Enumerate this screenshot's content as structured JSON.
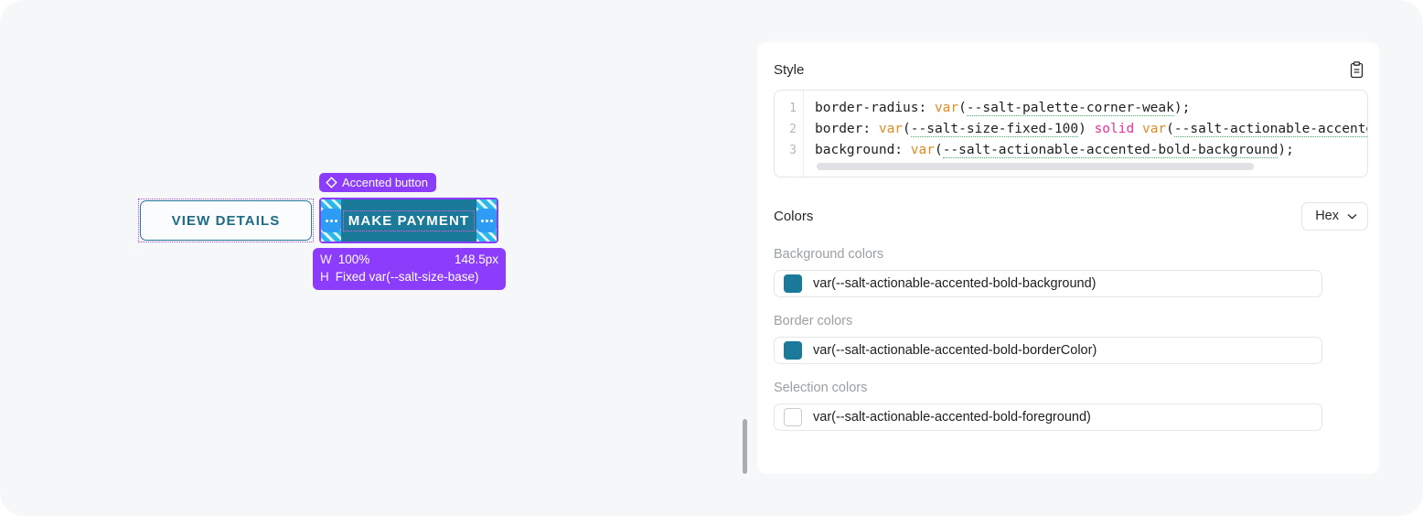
{
  "canvas": {
    "secondary_button": {
      "label": "VIEW DETAILS"
    },
    "selected_button": {
      "label": "MAKE PAYMENT",
      "badge": "Accented button",
      "badge_icon": "diamond-icon",
      "handle_icon": "ellipsis-handle-icon"
    },
    "dimensions": {
      "width_key": "W",
      "width_value": "100%",
      "width_computed": "148.5px",
      "height_key": "H",
      "height_value": "Fixed var(--salt-size-base)"
    }
  },
  "panel": {
    "style": {
      "title": "Style",
      "copy_icon": "clipboard-icon",
      "lines": [
        {
          "num": "1"
        },
        {
          "num": "2"
        },
        {
          "num": "3"
        }
      ],
      "code": {
        "line1_prop": "border-radius: ",
        "line1_fn": "var",
        "line1_open": "(",
        "line1_var": "--salt-palette-corner-weak",
        "line1_close": ");",
        "line2_prop": "border: ",
        "line2_fn1": "var",
        "line2_var1": "--salt-size-fixed-100",
        "line2_mid": ") ",
        "line2_kw": "solid",
        "line2_fn2": "var",
        "line2_var2": "--salt-actionable-accented",
        "line3_prop": "background: ",
        "line3_fn": "var",
        "line3_var": "--salt-actionable-accented-bold-background",
        "line3_close": ");"
      }
    },
    "colors": {
      "title": "Colors",
      "unit": "Hex",
      "unit_icon": "chevron-down-icon",
      "groups": [
        {
          "label": "Background colors",
          "swatch_color": "#1b7a99",
          "value": "var(--salt-actionable-accented-bold-background)"
        },
        {
          "label": "Border colors",
          "swatch_color": "#1b7a99",
          "value": "var(--salt-actionable-accented-bold-borderColor)"
        },
        {
          "label": "Selection colors",
          "swatch_color": "#ffffff",
          "value": "var(--salt-actionable-accented-bold-foreground)"
        }
      ]
    }
  }
}
